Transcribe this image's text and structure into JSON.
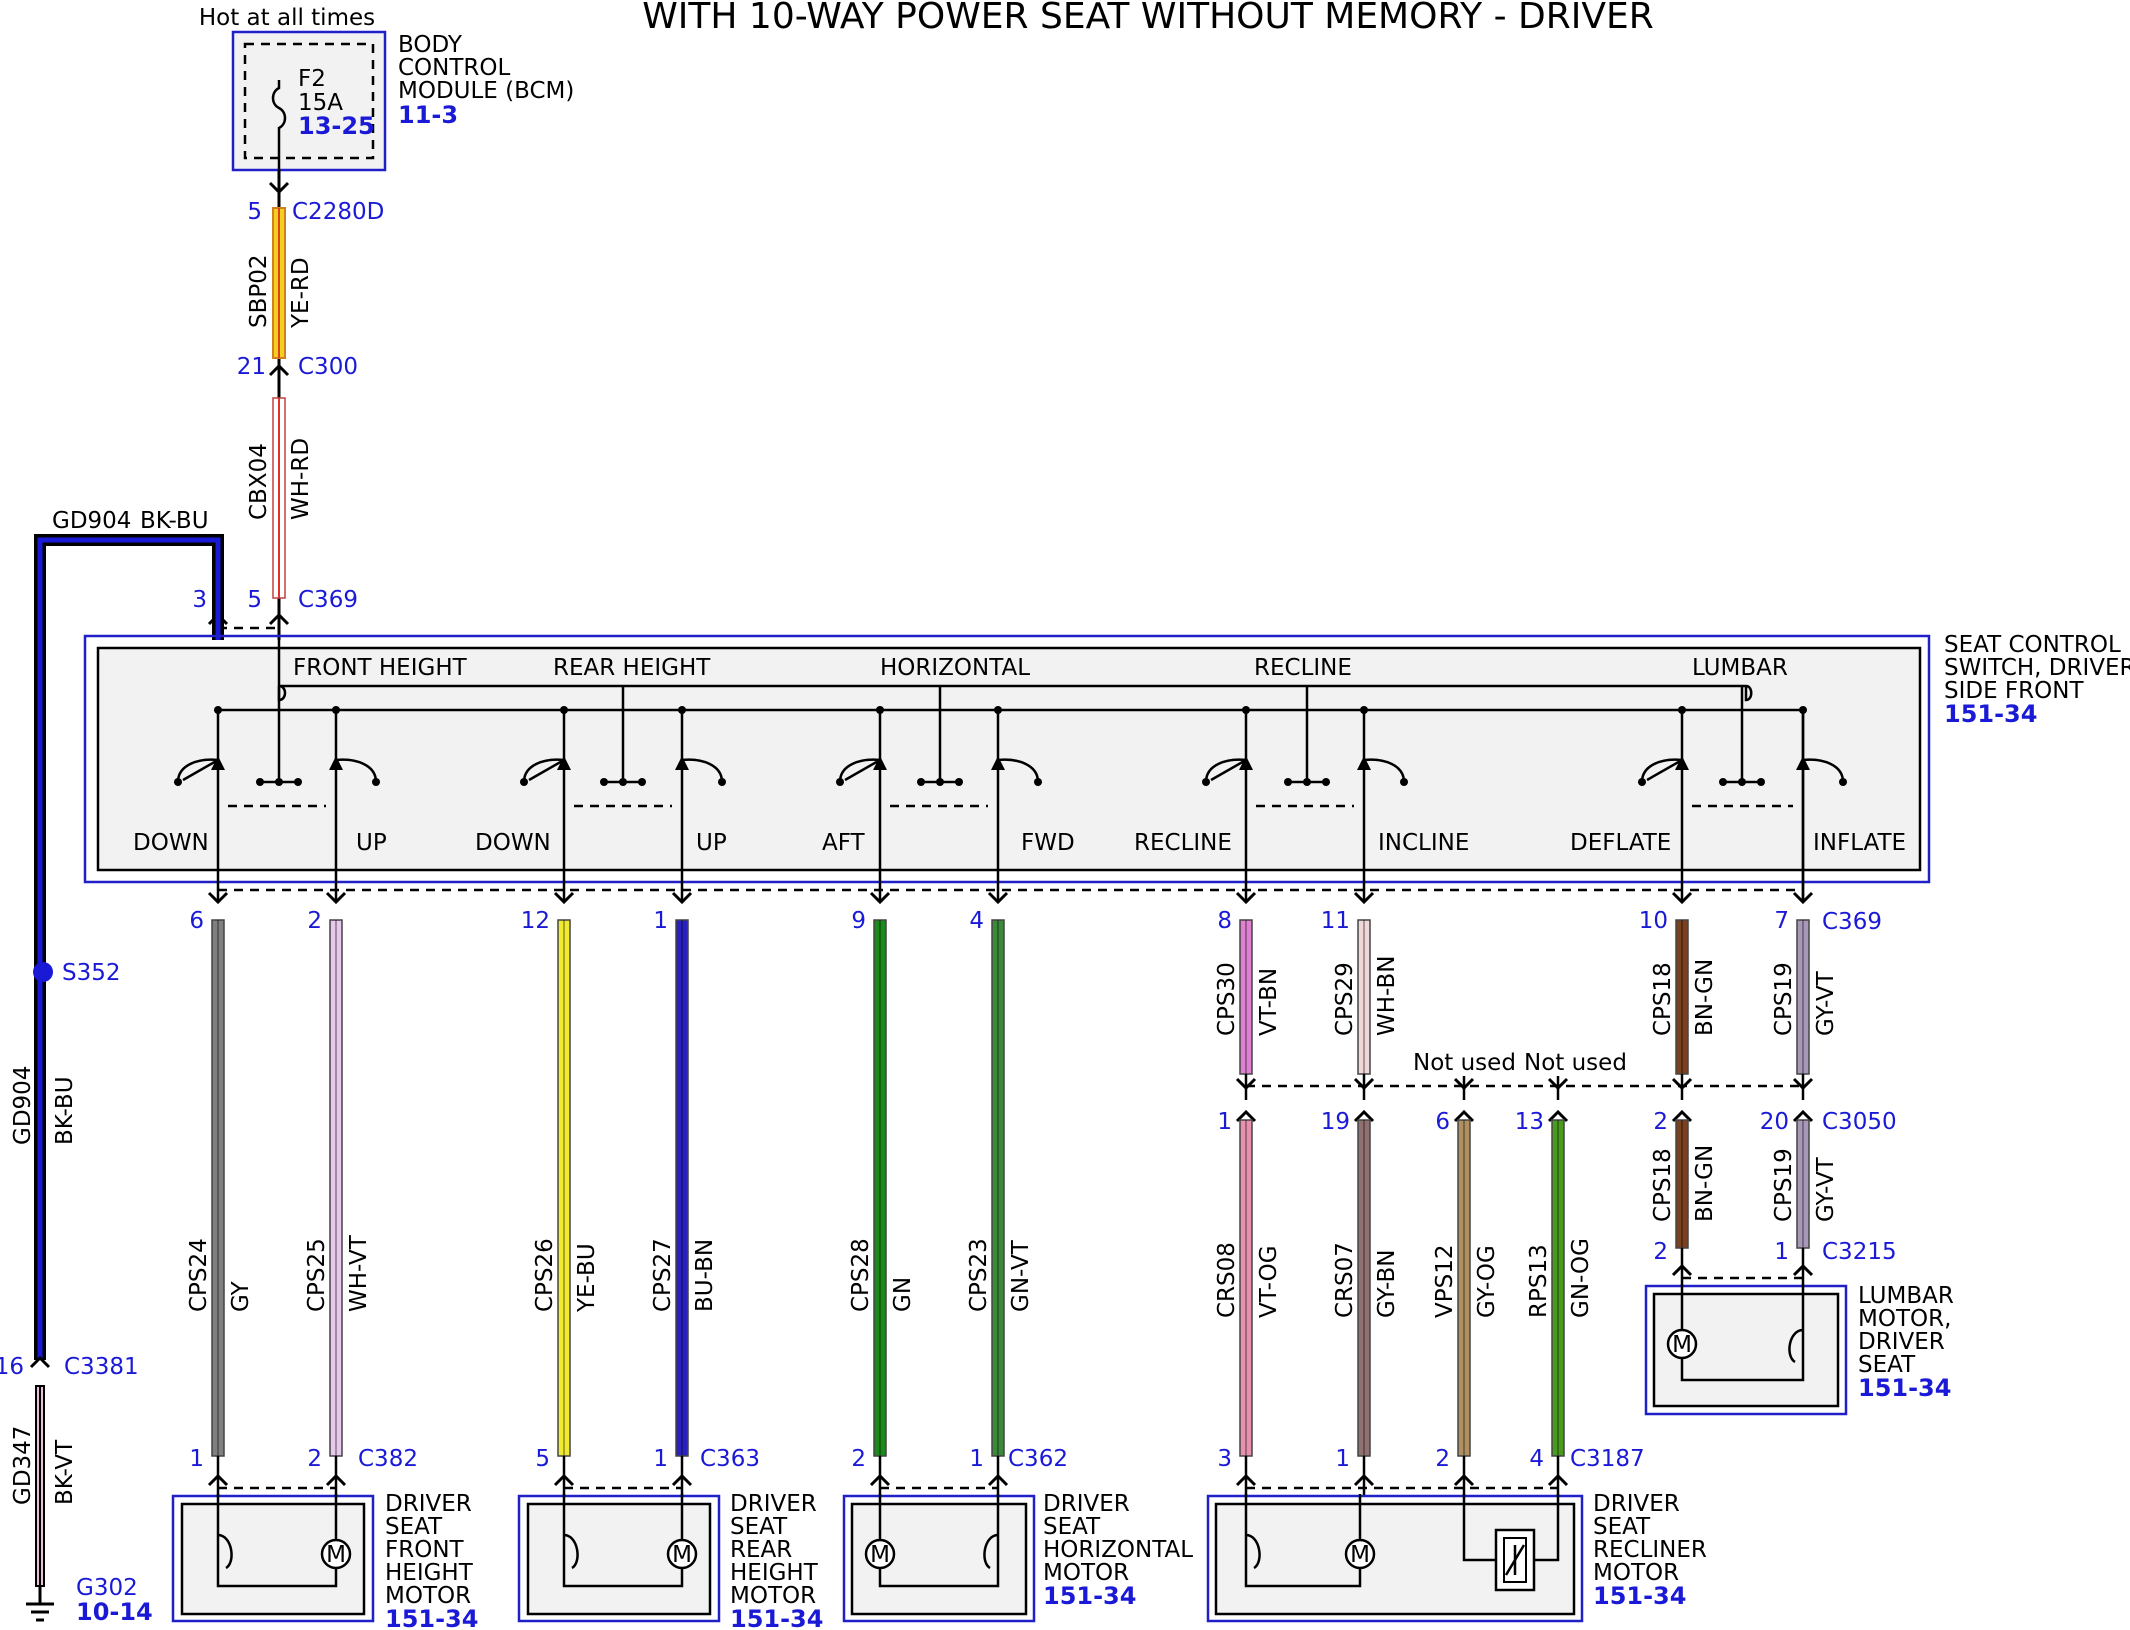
{
  "title": "WITH 10-WAY POWER SEAT WITHOUT MEMORY - DRIVER",
  "hot_at_all_times": "Hot at all times",
  "bcm": {
    "lines": [
      "BODY",
      "CONTROL",
      "MODULE (BCM)"
    ],
    "ref": "11-3",
    "fuse_name": "F2",
    "fuse_rating": "15A",
    "fuse_ref": "13-25"
  },
  "feed": {
    "c2280d_pin": "5",
    "c2280d": "C2280D",
    "w1_circuit": "SBP02",
    "w1_color": "YE-RD",
    "c300_pin": "21",
    "c300": "C300",
    "w2_circuit": "CBX04",
    "w2_color": "WH-RD",
    "c369_pin": "5",
    "c369": "C369",
    "gnd_pin": "3",
    "gnd_circuit_top": "GD904",
    "gnd_color_top": "BK-BU"
  },
  "ground": {
    "splice": "S352",
    "circuit": "GD904",
    "color": "BK-BU",
    "c3381_pin": "16",
    "c3381": "C3381",
    "circuit2": "GD347",
    "color2": "BK-VT",
    "ground_name": "G302",
    "ground_ref": "10-14"
  },
  "switch": {
    "label_lines": [
      "SEAT CONTROL",
      "SWITCH, DRIVER",
      "SIDE FRONT"
    ],
    "ref": "151-34",
    "sections": [
      "FRONT HEIGHT",
      "REAR HEIGHT",
      "HORIZONTAL",
      "RECLINE",
      "LUMBAR"
    ],
    "positions": [
      "DOWN",
      "UP",
      "DOWN",
      "UP",
      "AFT",
      "FWD",
      "RECLINE",
      "INCLINE",
      "DEFLATE",
      "INFLATE"
    ]
  },
  "c369_bottom": "C369",
  "not_used": "Not used",
  "wires": [
    {
      "pin": "6",
      "circuit": "CPS24",
      "color": "GY",
      "bot_pin": "1",
      "hex": "#808080"
    },
    {
      "pin": "2",
      "circuit": "CPS25",
      "color": "WH-VT",
      "bot_pin": "2",
      "hex": "#e8c8ec"
    },
    {
      "pin": "12",
      "circuit": "CPS26",
      "color": "YE-BU",
      "bot_pin": "5",
      "hex": "#f0ea30"
    },
    {
      "pin": "1",
      "circuit": "CPS27",
      "color": "BU-BN",
      "bot_pin": "1",
      "hex": "#2a20c0"
    },
    {
      "pin": "9",
      "circuit": "CPS28",
      "color": "GN",
      "bot_pin": "2",
      "hex": "#1a8a1a"
    },
    {
      "pin": "4",
      "circuit": "CPS23",
      "color": "GN-VT",
      "bot_pin": "1",
      "hex": "#3a8a3a"
    },
    {
      "pin": "8",
      "circuit": "CPS30",
      "color": "VT-BN",
      "pin2": "1",
      "circuit2": "CRS08",
      "color2": "VT-OG",
      "bot_pin": "3",
      "hex": "#e080d0",
      "hex2": "#e890b0"
    },
    {
      "pin": "11",
      "circuit": "CPS29",
      "color": "WH-BN",
      "pin2": "19",
      "circuit2": "CRS07",
      "color2": "GY-BN",
      "bot_pin": "1",
      "hex": "#f0d8d8",
      "hex2": "#907070"
    },
    {
      "pin2": "6",
      "circuit2": "VPS12",
      "color2": "GY-OG",
      "bot_pin": "2",
      "hex2": "#b09060"
    },
    {
      "pin2": "13",
      "circuit2": "RPS13",
      "color2": "GN-OG",
      "bot_pin": "4",
      "hex2": "#4a9a20"
    },
    {
      "pin": "10",
      "circuit": "CPS18",
      "color": "BN-GN",
      "pin2": "2",
      "circuit2": "CPS18",
      "color2": "BN-GN",
      "bot_pin": "2",
      "hex": "#7a4020",
      "hex2": "#7a4020"
    },
    {
      "pin": "7",
      "circuit": "CPS19",
      "color": "GY-VT",
      "pin2": "20",
      "circuit2": "CPS19",
      "color2": "GY-VT",
      "bot_pin": "1",
      "hex": "#a898b8",
      "hex2": "#a898b8"
    }
  ],
  "c3050": "C3050",
  "c3215": "C3215",
  "motors": [
    {
      "connector": "C382",
      "lines": [
        "DRIVER",
        "SEAT",
        "FRONT",
        "HEIGHT",
        "MOTOR"
      ],
      "ref": "151-34"
    },
    {
      "connector": "C363",
      "lines": [
        "DRIVER",
        "SEAT",
        "REAR",
        "HEIGHT",
        "MOTOR"
      ],
      "ref": "151-34"
    },
    {
      "connector": "C362",
      "lines": [
        "DRIVER",
        "SEAT",
        "HORIZONTAL",
        "MOTOR"
      ],
      "ref": "151-34"
    },
    {
      "connector": "C3187",
      "lines": [
        "DRIVER",
        "SEAT",
        "RECLINER",
        "MOTOR"
      ],
      "ref": "151-34"
    },
    {
      "lines": [
        "LUMBAR",
        "MOTOR,",
        "DRIVER",
        "SEAT"
      ],
      "ref": "151-34"
    }
  ]
}
